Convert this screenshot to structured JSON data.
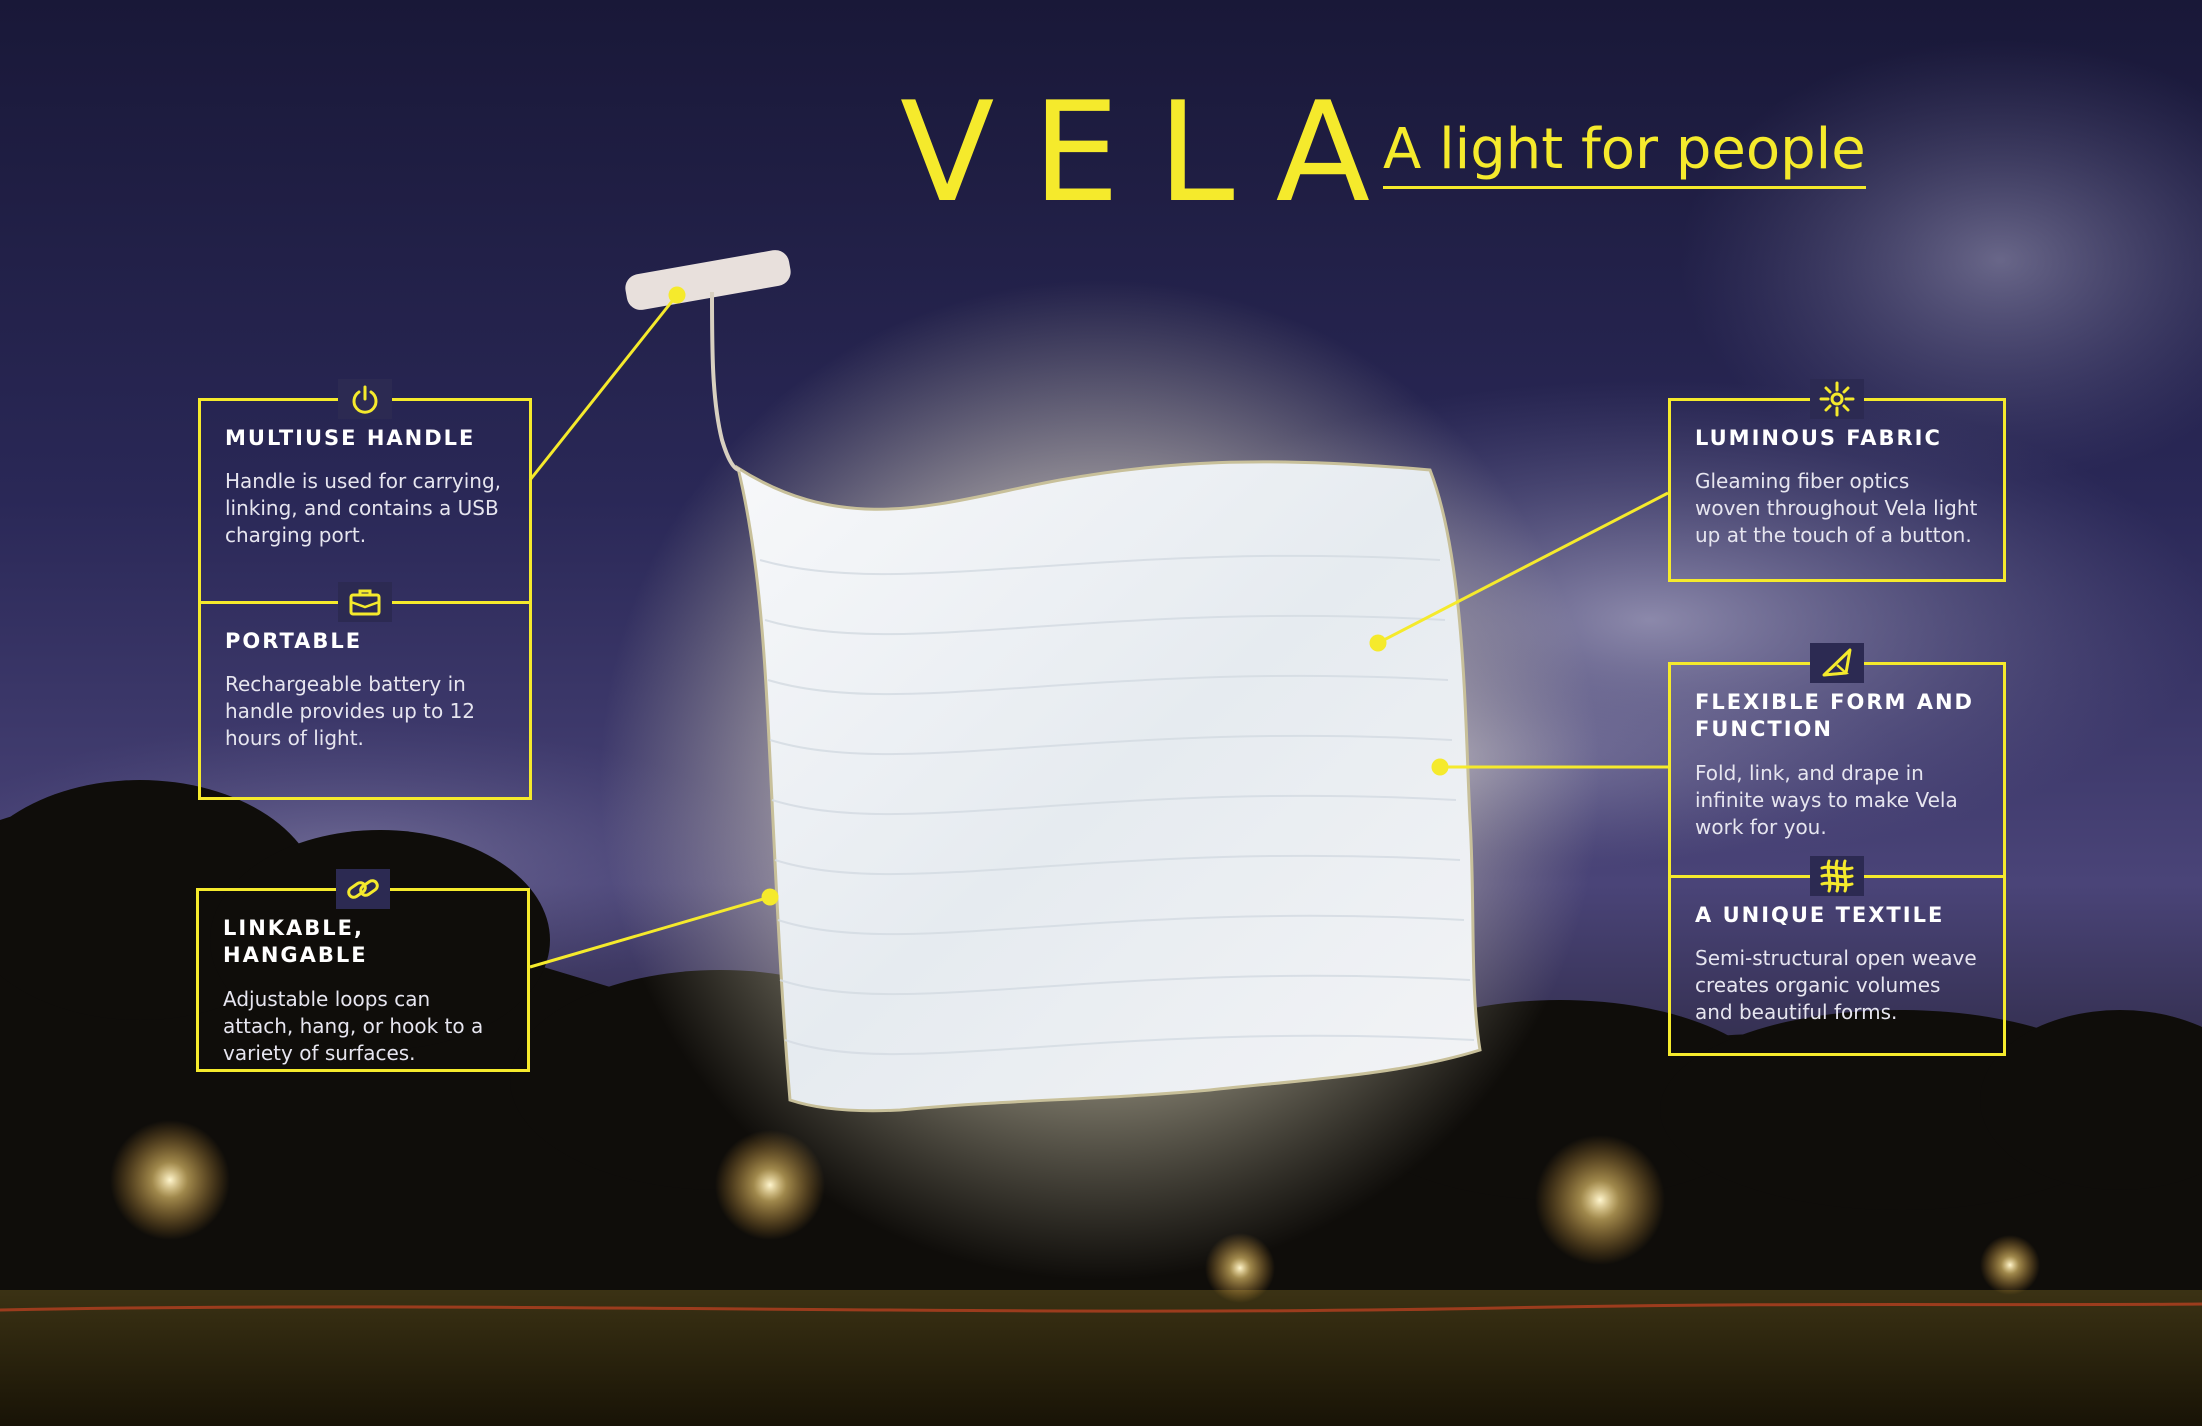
{
  "colors": {
    "accent": "#f5ea2c",
    "sky_top": "#1c1b3e",
    "sky_mid": "#3d3a6e",
    "ground": "#1b1608",
    "fabric": "#eef1f4"
  },
  "header": {
    "title": "VELA",
    "tagline": "A light for people"
  },
  "features": {
    "handle": {
      "icon": "power-icon",
      "title": "MULTIUSE HANDLE",
      "description": "Handle is used for carrying, linking, and contains a USB charging port."
    },
    "portable": {
      "icon": "briefcase-icon",
      "title": "PORTABLE",
      "description": "Rechargeable battery in handle provides up to 12 hours of light."
    },
    "linkable": {
      "icon": "link-icon",
      "title": "LINKABLE, HANGABLE",
      "description": "Adjustable loops can attach, hang, or hook to a variety of surfaces."
    },
    "luminous": {
      "icon": "sparkle-icon",
      "title": "LUMINOUS FABRIC",
      "description": "Gleaming fiber optics woven throughout Vela light up at the touch of a button."
    },
    "flexible": {
      "icon": "folded-plane-icon",
      "title": "FLEXIBLE FORM AND FUNCTION",
      "description": "Fold, link, and drape in infinite ways to make Vela work for you."
    },
    "textile": {
      "icon": "weave-icon",
      "title": "A UNIQUE TEXTILE",
      "description": "Semi-structural open weave creates organic volumes and beautiful forms."
    }
  }
}
